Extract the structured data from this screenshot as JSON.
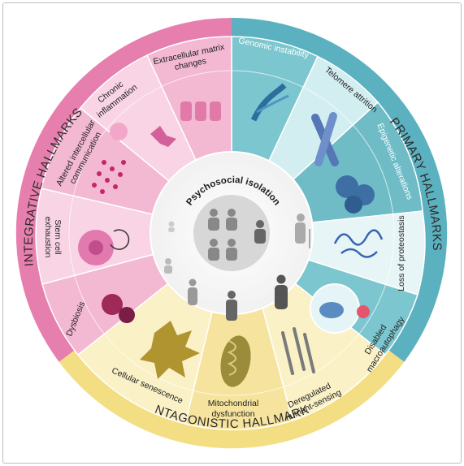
{
  "diagram": {
    "center_title": "Psychosocial isolation",
    "groups": {
      "primary": "PRIMARY HALLMARKS",
      "integrative": "INTEGRATIVE HALLMARKS",
      "antagonistic": "ANTAGONISTIC HALLMARKS"
    },
    "segments": {
      "genomic_instability": "Genomic instability",
      "telomere_attrition": "Telomere attrition",
      "epigenetic_alterations": "Epigenetic alterations",
      "loss_of_proteostasis": "Loss of proteostasis",
      "disabled_macroautophagy_1": "Disabled",
      "disabled_macroautophagy_2": "macroautophagy",
      "deregulated_1": "Deregulated",
      "deregulated_2": "nutrient-sensing",
      "mito_1": "Mitochondrial",
      "mito_2": "dysfunction",
      "cellular_senescence": "Cellular senescence",
      "dysbiosis": "Dysbiosis",
      "stem_1": "Stem cell",
      "stem_2": "exhaustion",
      "altered_1": "Altered intercellular",
      "altered_2": "communication",
      "chronic_1": "Chronic",
      "chronic_2": "inflammation",
      "ecm_1": "Extracellular matrix",
      "ecm_2": "changes"
    },
    "colors": {
      "primary_band": "#5bb1bf",
      "integrative_band": "#e77fae",
      "antagonistic_band": "#f3de84"
    }
  }
}
